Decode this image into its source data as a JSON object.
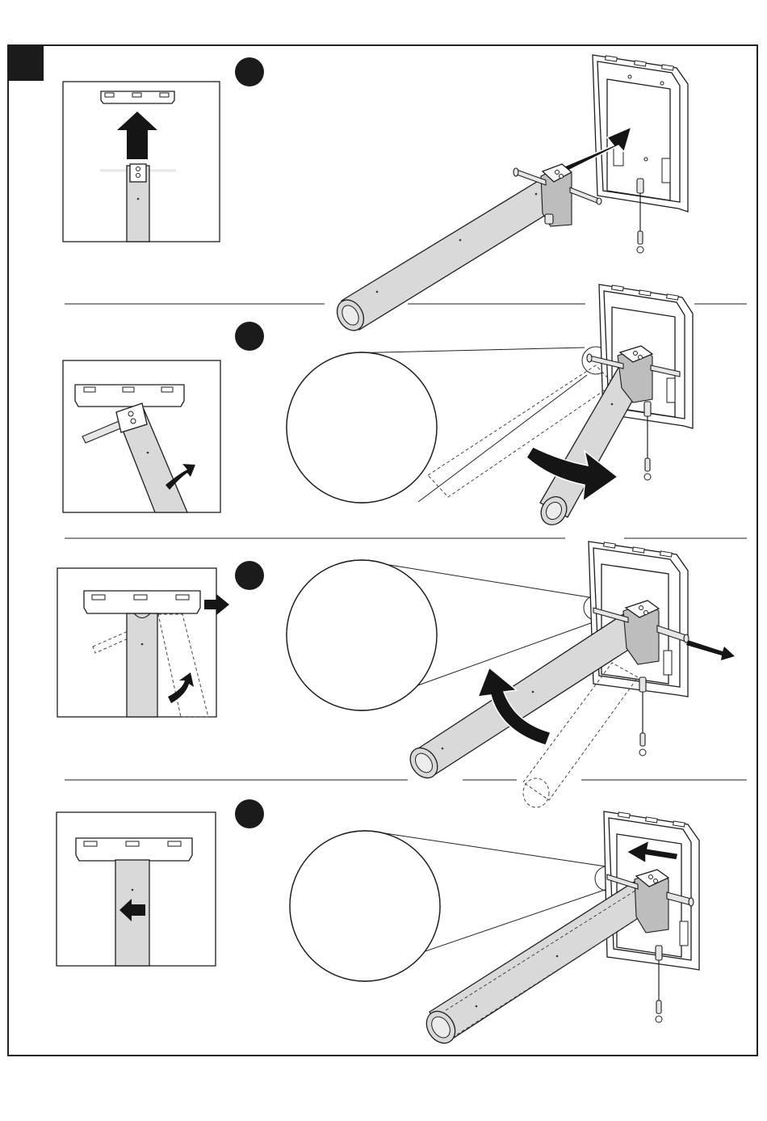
{
  "document": {
    "type": "assembly-instructions-page",
    "steps": [
      {
        "id": 1,
        "arrows": [
          "up-arrow",
          "insert-arrow"
        ]
      },
      {
        "id": 2,
        "arrows": [
          "rotate-down-arrow"
        ]
      },
      {
        "id": 3,
        "arrows": [
          "rotate-up-arrow",
          "pull-out-arrow"
        ]
      },
      {
        "id": 4,
        "arrows": [
          "push-in-arrow"
        ]
      }
    ]
  },
  "colors": {
    "ink": "#1d1d1d",
    "tube_fill": "#d9d9d9",
    "badge": "#1b1b1b",
    "background": "#ffffff"
  }
}
